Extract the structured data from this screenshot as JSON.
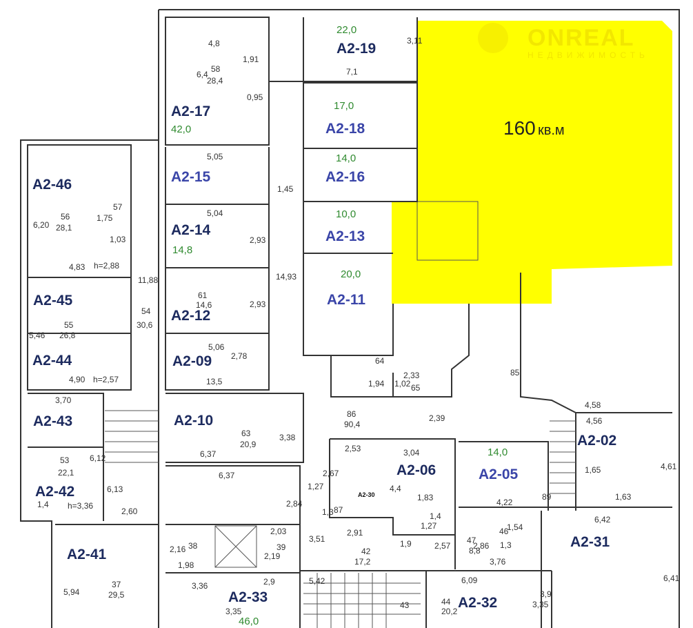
{
  "highlight": {
    "area_label": "160",
    "unit": "кв.м",
    "color": "#ffff00"
  },
  "watermark": {
    "brand": "ONREAL",
    "sub": "НЕДВИЖИМОСТЬ"
  },
  "rooms": {
    "a2_17": {
      "label": "A2-17",
      "area": "42,0"
    },
    "a2_19": {
      "label": "A2-19",
      "area": "22,0"
    },
    "a2_18": {
      "label": "A2-18",
      "area": "17,0"
    },
    "a2_16": {
      "label": "A2-16",
      "area": "14,0"
    },
    "a2_13": {
      "label": "A2-13",
      "area": "10,0"
    },
    "a2_11": {
      "label": "A2-11",
      "area": "20,0"
    },
    "a2_15": {
      "label": "A2-15"
    },
    "a2_14": {
      "label": "A2-14",
      "area": "14,8"
    },
    "a2_12": {
      "label": "A2-12"
    },
    "a2_09": {
      "label": "A2-09"
    },
    "a2_10": {
      "label": "A2-10"
    },
    "a2_46": {
      "label": "A2-46"
    },
    "a2_45": {
      "label": "A2-45"
    },
    "a2_44": {
      "label": "A2-44"
    },
    "a2_43": {
      "label": "A2-43"
    },
    "a2_42": {
      "label": "A2-42"
    },
    "a2_41": {
      "label": "A2-41"
    },
    "a2_33": {
      "label": "A2-33",
      "area": "46,0"
    },
    "a2_06": {
      "label": "A2-06"
    },
    "a2_05": {
      "label": "A2-05",
      "area": "14,0"
    },
    "a2_30": {
      "label": "A2-30"
    },
    "a2_02": {
      "label": "A2-02"
    },
    "a2_31": {
      "label": "A2-31"
    },
    "a2_32": {
      "label": "A2-32"
    }
  },
  "dims": [
    "4,8",
    "6,4",
    "58",
    "28,4",
    "1,91",
    "0,95",
    "7,1",
    "3,11",
    "5,05",
    "1,45",
    "5,04",
    "2,93",
    "14,93",
    "61",
    "14,6",
    "2,93",
    "5,06",
    "2,78",
    "13,5",
    "6,20",
    "56",
    "28,1",
    "1,75",
    "57",
    "1,03",
    "4,83",
    "h=2,88",
    "11,88",
    "54",
    "30,6",
    "5,46",
    "55",
    "26,8",
    "4,90",
    "h=2,57",
    "3,70",
    "6,12",
    "53",
    "22,1",
    "1,4",
    "h=3,36",
    "6,13",
    "2,60",
    "63",
    "20,9",
    "3,38",
    "6,37",
    "6,37",
    "2,84",
    "1,27",
    "2,67",
    "1,3",
    "3,51",
    "2,03",
    "39",
    "2,16",
    "38",
    "2,19",
    "1,98",
    "3,36",
    "2,9",
    "3,35",
    "5,94",
    "37",
    "29,5",
    "64",
    "1,94",
    "1,02",
    "2,33",
    "65",
    "2,39",
    "86",
    "90,4",
    "85",
    "4,58",
    "4,56",
    "4,61",
    "1,65",
    "1,63",
    "89",
    "2,53",
    "3,04",
    "4,4",
    "1,83",
    "87",
    "1,27",
    "1,4",
    "2,91",
    "1,9",
    "2,57",
    "2,86",
    "42",
    "17,2",
    "4,22",
    "1,54",
    "46",
    "47",
    "8,8",
    "1,3",
    "3,76",
    "6,42",
    "6,41",
    "5,42",
    "43",
    "6,09",
    "44",
    "20,2",
    "3,35",
    "3,9"
  ]
}
